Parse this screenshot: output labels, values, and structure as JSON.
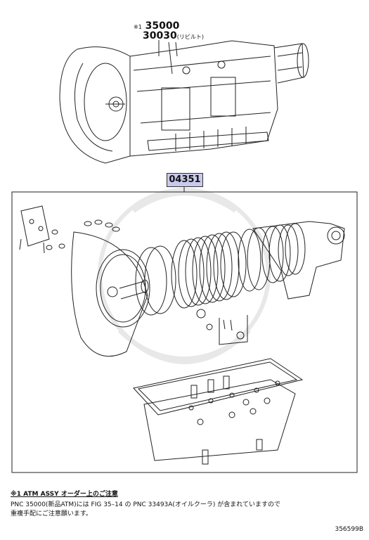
{
  "callouts": {
    "asterisk_mark": "※1",
    "part_main": "35000",
    "part_rebuilt": "30030",
    "rebuilt_suffix": "(リビルト)",
    "kit_number": "04351"
  },
  "notes": {
    "heading": "※1 ATM ASSY オーダー上のご注意",
    "line1": "PNC 35000(新品ATM)には FIG 35–14 の PNC 33493A(オイルクーラ) が含まれていますので",
    "line2": "重複手配にご注意願います。"
  },
  "figure_id": "356599B",
  "colors": {
    "kit_box_fill": "#c9c9ec",
    "line": "#222222",
    "watermark": "#e6e6e6"
  }
}
